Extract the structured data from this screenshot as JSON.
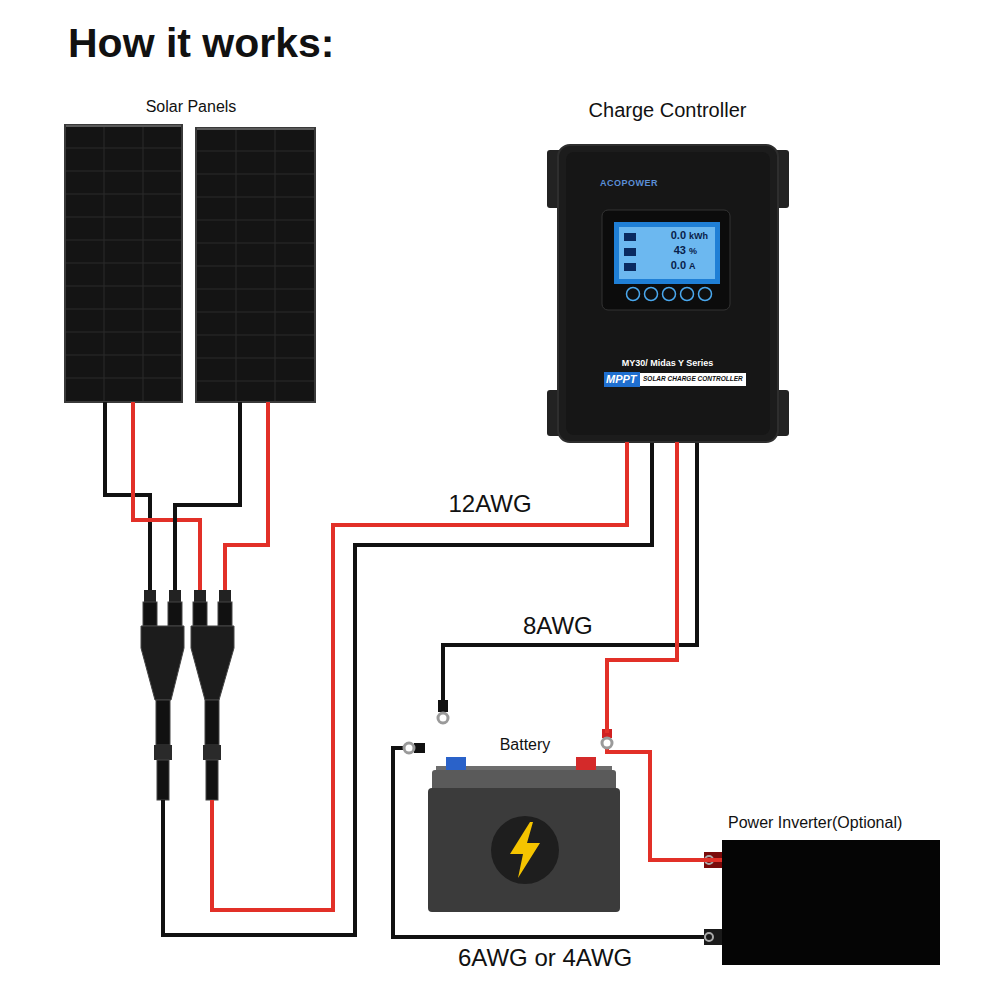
{
  "diagram": {
    "title": "How it works:",
    "nodes": [
      {
        "text": [
          "Solar Panels"
        ]
      },
      {
        "text": [
          "Charge Controller",
          "ACOPOWER",
          "MY30/ Midas Y Series",
          "MPPT",
          "SOLAR CHARGE CONTROLLER"
        ]
      },
      {
        "text": [
          "Battery"
        ]
      },
      {
        "text": [
          "Power Inverter(Optional)"
        ]
      }
    ],
    "edges": [
      {
        "from": 0,
        "to": 1,
        "arrow": "none",
        "label": "12AWG"
      },
      {
        "from": 1,
        "to": 2,
        "arrow": "none",
        "label": "8AWG"
      },
      {
        "from": 2,
        "to": 3,
        "arrow": "none",
        "label": "6AWG or 4AWG"
      }
    ],
    "labels": [
      "0.0",
      "kWh",
      "43",
      "%",
      "0.0",
      "A"
    ]
  }
}
